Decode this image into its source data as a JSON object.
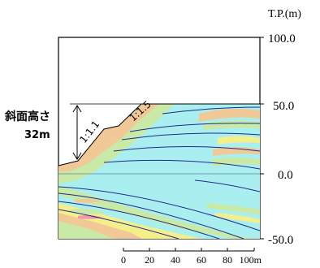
{
  "unit_label": "T.P.(m)",
  "elevation_ticks": [
    "100.0",
    "50.0",
    "0.0",
    "-50.0"
  ],
  "slope_height_label": "斜面高さ",
  "slope_height_value": "32m",
  "slope_ratio_lower": "1:1.1",
  "slope_ratio_upper": "1:1.5",
  "scale_bar": {
    "labels": [
      "0",
      "20",
      "40",
      "60",
      "80",
      "100m"
    ]
  },
  "colors": {
    "water_blue": "#aaeff0",
    "strata_green": "#c9e9a6",
    "strata_orange": "#f1c997",
    "strata_yellow": "#f3ef8a",
    "strata_pink": "#ef9aa6",
    "boundary_line": "#1e2a8c"
  }
}
